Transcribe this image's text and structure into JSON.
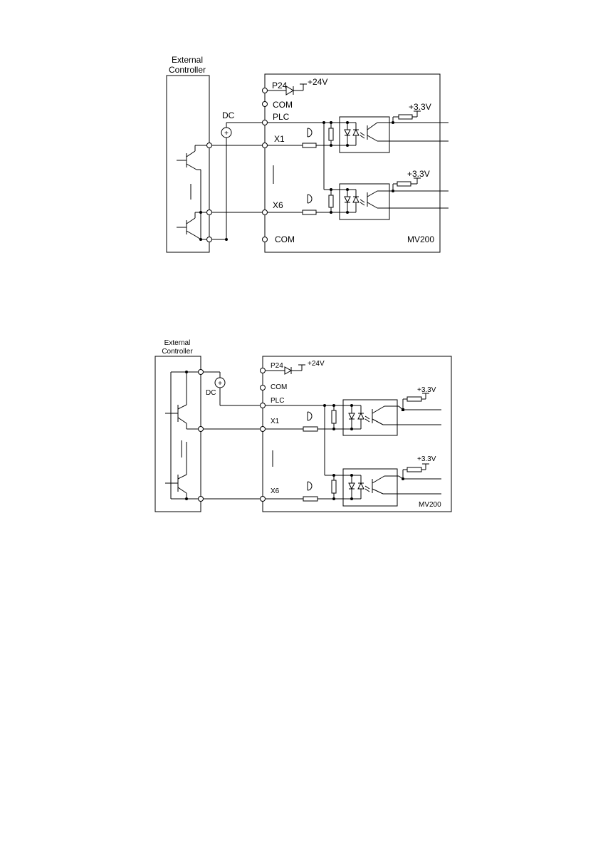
{
  "diagram_top": {
    "controller_label_line1": "External",
    "controller_label_line2": "Controller",
    "dc": "DC",
    "p24": "P24",
    "v24": "+24V",
    "com": "COM",
    "plc": "PLC",
    "x1": "X1",
    "x6": "X6",
    "v33_a": "+3.3V",
    "v33_b": "+3.3V",
    "com_bottom": "COM",
    "model": "MV200"
  },
  "diagram_bottom": {
    "controller_label_line1": "External",
    "controller_label_line2": "Controller",
    "dc": "DC",
    "p24": "P24",
    "v24": "+24V",
    "com": "COM",
    "plc": "PLC",
    "x1": "X1",
    "x6": "X6",
    "v33_a": "+3.3V",
    "v33_b": "+3.3V",
    "model": "MV200"
  }
}
